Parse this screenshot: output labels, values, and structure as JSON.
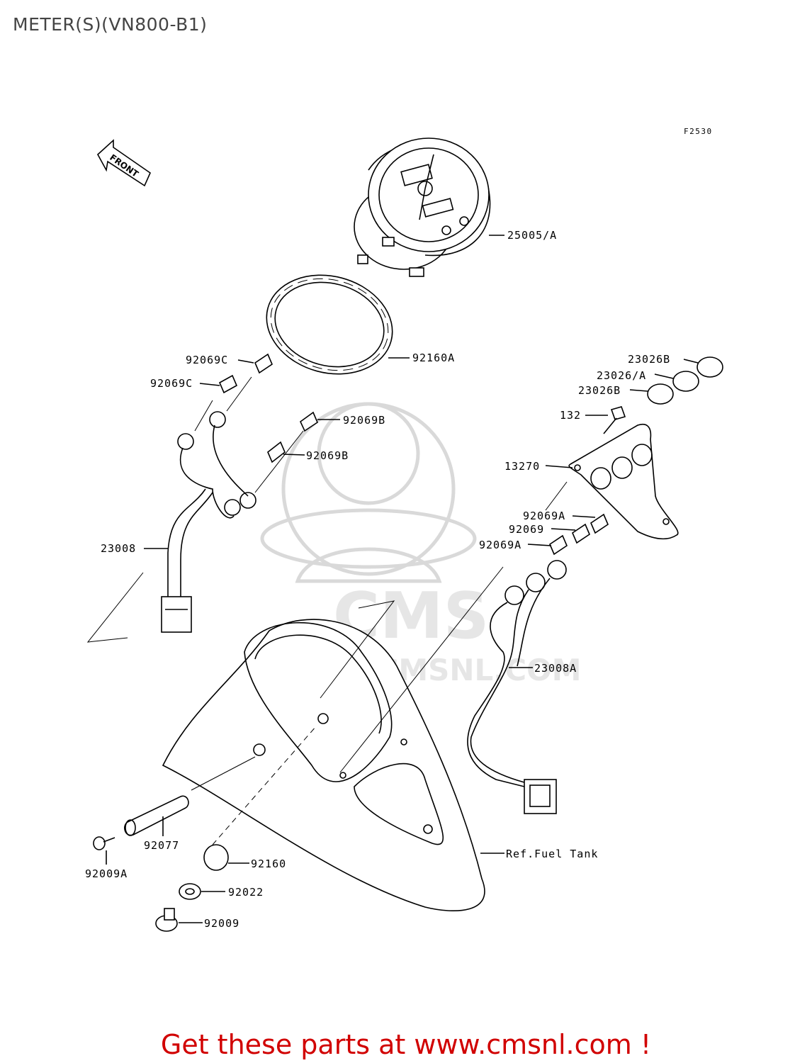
{
  "title": "METER(S)(VN800-B1)",
  "figure_code": "F2530",
  "front_label": "FRONT",
  "watermark": {
    "brand": "CMS",
    "url": "WWW.CMSNL.COM"
  },
  "callouts": [
    {
      "id": "25005A",
      "text": "25005/A"
    },
    {
      "id": "92160A",
      "text": "92160A"
    },
    {
      "id": "92069C-1",
      "text": "92069C"
    },
    {
      "id": "92069C-2",
      "text": "92069C"
    },
    {
      "id": "92069B-1",
      "text": "92069B"
    },
    {
      "id": "92069B-2",
      "text": "92069B"
    },
    {
      "id": "23026B-1",
      "text": "23026B"
    },
    {
      "id": "23026A",
      "text": "23026/A"
    },
    {
      "id": "23026B-2",
      "text": "23026B"
    },
    {
      "id": "132",
      "text": "132"
    },
    {
      "id": "13270",
      "text": "13270"
    },
    {
      "id": "92069A-1",
      "text": "92069A"
    },
    {
      "id": "92069",
      "text": "92069"
    },
    {
      "id": "92069A-2",
      "text": "92069A"
    },
    {
      "id": "23008",
      "text": "23008"
    },
    {
      "id": "23008A",
      "text": "23008A"
    },
    {
      "id": "ref-fuel-tank",
      "text": "Ref.Fuel Tank"
    },
    {
      "id": "92077",
      "text": "92077"
    },
    {
      "id": "92009A",
      "text": "92009A"
    },
    {
      "id": "92160",
      "text": "92160"
    },
    {
      "id": "92022",
      "text": "92022"
    },
    {
      "id": "92009",
      "text": "92009"
    }
  ],
  "promo": "Get these parts at www.cmsnl.com !",
  "colors": {
    "promo": "#d10000",
    "title": "#444444",
    "watermark": "#d9d9d9"
  }
}
